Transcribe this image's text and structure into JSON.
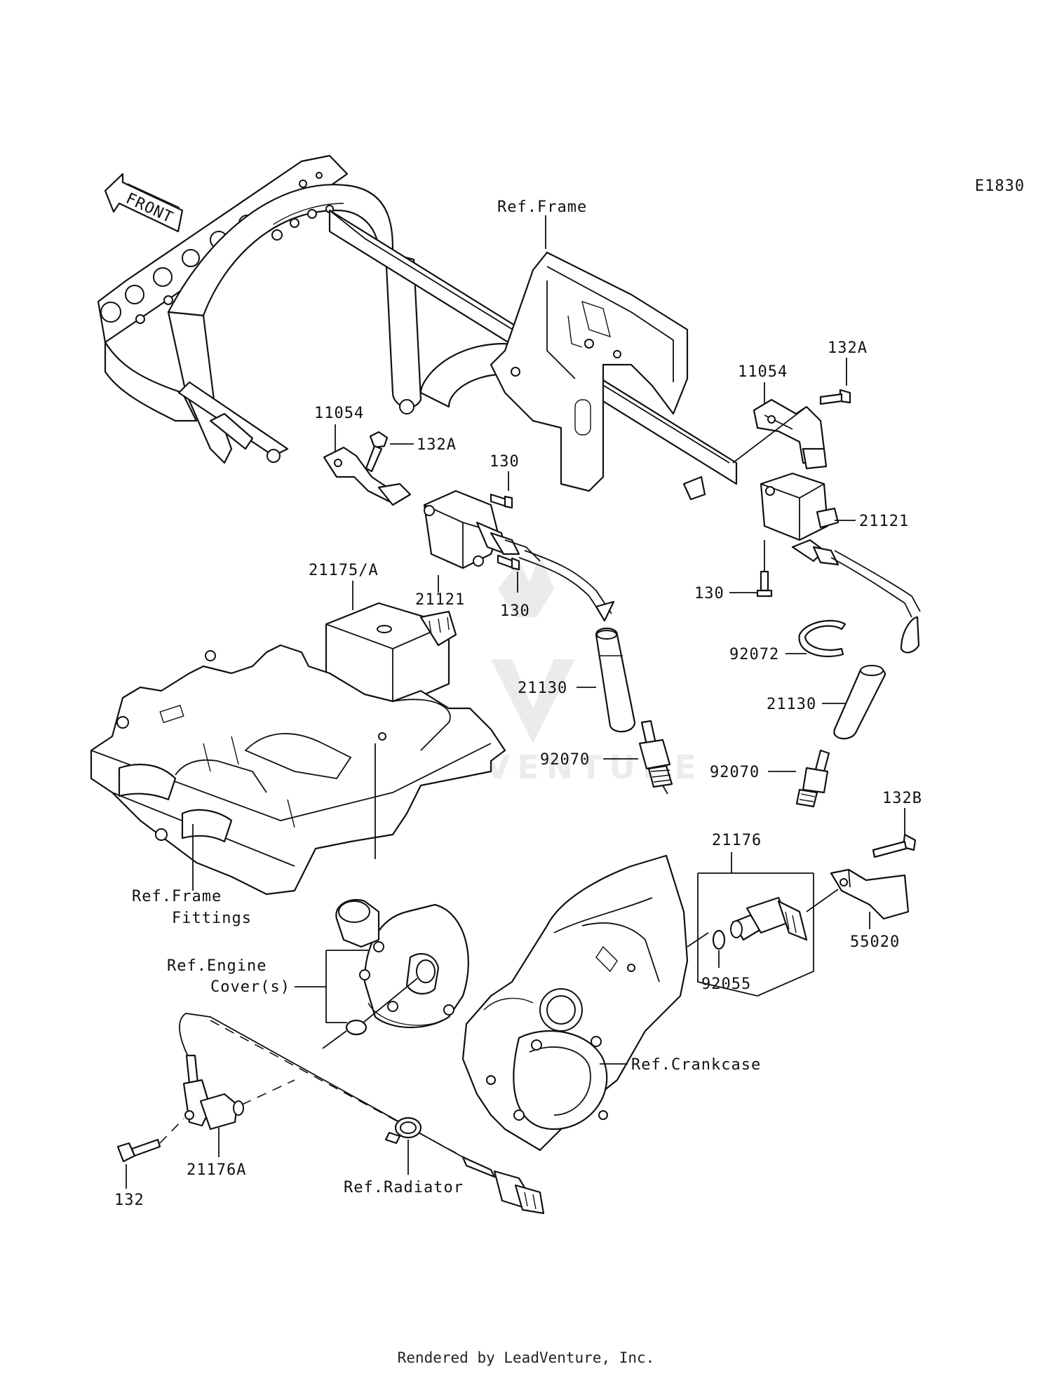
{
  "diagram_code": "E1830",
  "front_arrow": "FRONT",
  "labels": {
    "ref_frame_top": "Ref.Frame",
    "p11054_left": "11054",
    "p132A_left": "132A",
    "p130_upper": "130",
    "p130_lower": "130",
    "p21121_left": "21121",
    "p21175A": "21175/A",
    "p21130_left": "21130",
    "p92070_left": "92070",
    "p11054_right": "11054",
    "p132A_right": "132A",
    "p21121_right": "21121",
    "p130_right": "130",
    "p92072": "92072",
    "p21130_right": "21130",
    "p92070_right": "92070",
    "p132B": "132B",
    "p21176": "21176",
    "p55020": "55020",
    "p92055": "92055",
    "ref_frame_fittings_1": "Ref.Frame",
    "ref_frame_fittings_2": "Fittings",
    "ref_engine_cover_1": "Ref.Engine",
    "ref_engine_cover_2": "Cover(s)",
    "ref_crankcase": "Ref.Crankcase",
    "p21176A": "21176A",
    "p132": "132",
    "ref_radiator": "Ref.Radiator"
  },
  "watermark": "LEADVENTURE",
  "footer": "Rendered by LeadVenture, Inc."
}
